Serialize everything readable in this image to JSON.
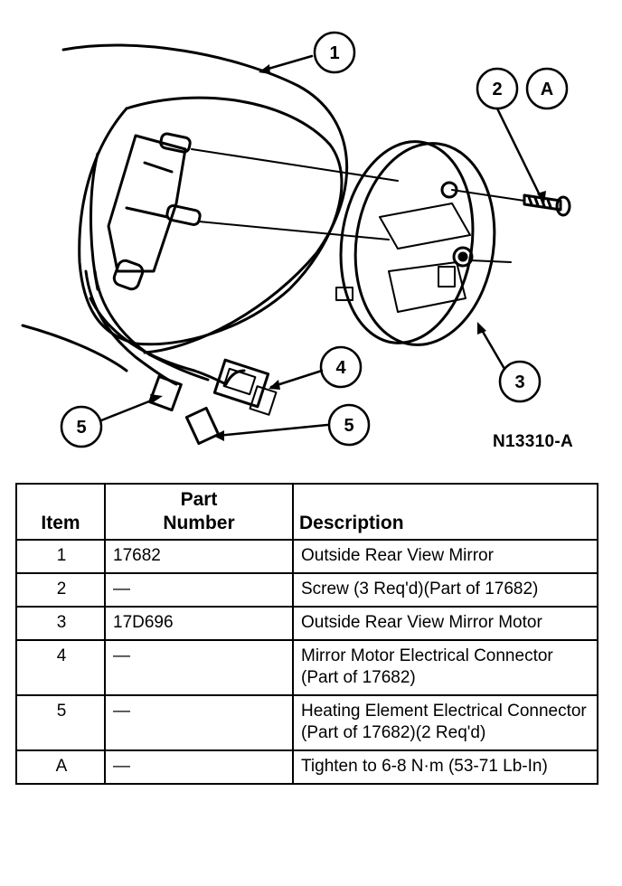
{
  "callouts": {
    "c1": "1",
    "c2": "2",
    "cA": "A",
    "c3": "3",
    "c4": "4",
    "c5a": "5",
    "c5b": "5"
  },
  "figure_id": "N13310-A",
  "table": {
    "headers": {
      "item": "Item",
      "part_line1": "Part",
      "part_line2": "Number",
      "description": "Description"
    },
    "rows": [
      {
        "item": "1",
        "part": "17682",
        "description": "Outside Rear View Mirror"
      },
      {
        "item": "2",
        "part": "—",
        "description": "Screw (3 Req'd)(Part of 17682)"
      },
      {
        "item": "3",
        "part": "17D696",
        "description": "Outside Rear View Mirror Motor"
      },
      {
        "item": "4",
        "part": "—",
        "description": "Mirror Motor Electrical Connector (Part of 17682)"
      },
      {
        "item": "5",
        "part": "—",
        "description": "Heating Element Electrical Connector (Part of 17682)(2 Req'd)"
      },
      {
        "item": "A",
        "part": "—",
        "description": "Tighten to 6-8 N·m (53-71 Lb-In)"
      }
    ]
  }
}
